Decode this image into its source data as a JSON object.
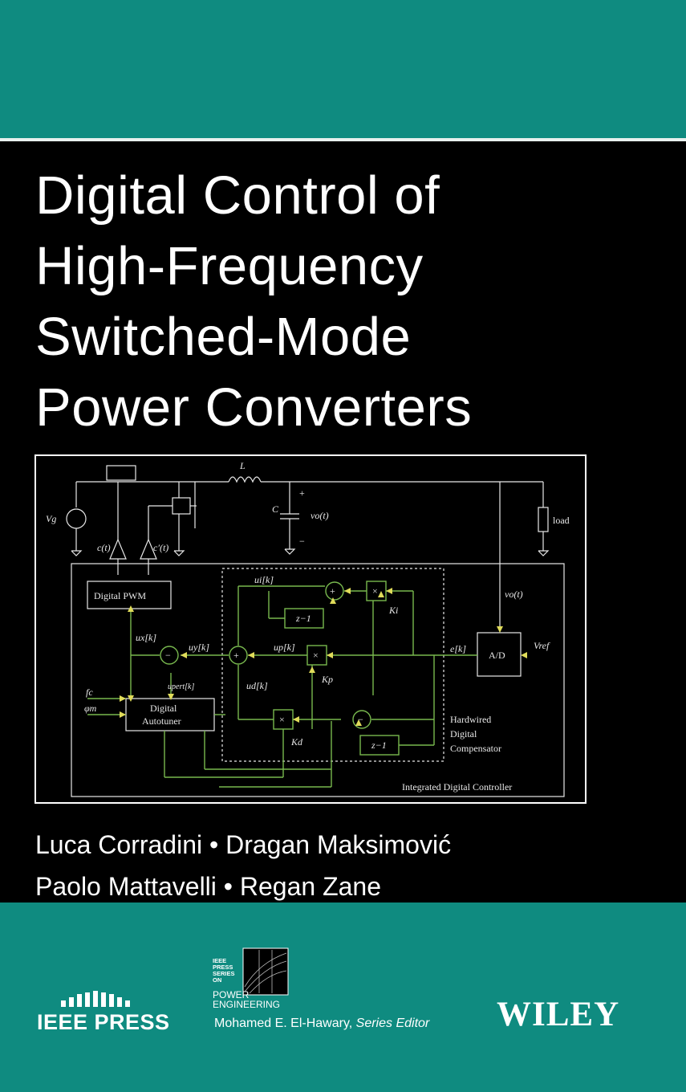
{
  "cover": {
    "title_lines": [
      "Digital Control of",
      "High-Frequency",
      "Switched-Mode",
      "Power Converters"
    ],
    "authors_line1": "Luca Corradini • Dragan Maksimović",
    "authors_line2": "Paolo Mattavelli • Regan Zane",
    "publisher_ieee": "IEEE PRESS",
    "series_logo_lines": [
      "IEEE",
      "PRESS",
      "SERIES",
      "ON",
      "POWER",
      "ENGINEERING"
    ],
    "series_editor_name": "Mohamed E. El-Hawary,",
    "series_editor_role": "Series Editor",
    "publisher_wiley": "WILEY",
    "colors": {
      "band": "#0f8b80",
      "diagram_green": "#78b84e",
      "diagram_yellow": "#e0dc5a",
      "text": "#ffffff"
    }
  },
  "diagram": {
    "labels": {
      "vg": "Vg",
      "inductor": "L",
      "capacitor": "C",
      "vo": "vo(t)",
      "load": "load",
      "c": "c(t)",
      "c_prime": "c′(t)",
      "plus": "+",
      "minus": "−",
      "digital_pwm": "Digital PWM",
      "digital_autotuner_1": "Digital",
      "digital_autotuner_2": "Autotuner",
      "ad": "A/D",
      "vref": "Vref",
      "ek": "e[k]",
      "vo2": "vo(t)",
      "ux": "ux[k]",
      "uy": "uy[k]",
      "upert": "upert[k]",
      "ui": "ui[k]",
      "up": "up[k]",
      "ud": "ud[k]",
      "ki": "Ki",
      "kp": "Kp",
      "kd": "Kd",
      "zinv1": "z−1",
      "zinv2": "z−1",
      "fc": "fc",
      "phim": "φm",
      "hardwired_1": "Hardwired",
      "hardwired_2": "Digital",
      "hardwired_3": "Compensator",
      "integrated": "Integrated Digital Controller",
      "times": "×",
      "plus_sum": "+"
    }
  }
}
